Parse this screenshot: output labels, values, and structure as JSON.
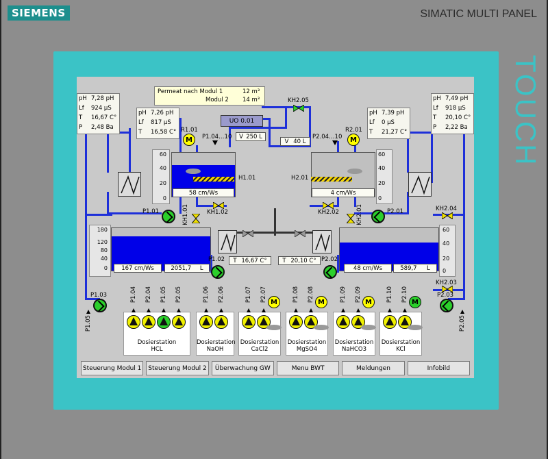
{
  "brand": "SIEMENS",
  "panel_title": "SIMATIC MULTI PANEL",
  "touch_label": "TOUCH",
  "colors": {
    "pipe": "#1d2fd9",
    "fill": "#0000e8",
    "bezel": "#3bc3c6",
    "pump_on": "#2bcf2b",
    "motor": "#ffff00"
  },
  "permeat": {
    "title1": "Permeat nach Modul 1",
    "val1": "12 m³",
    "title2": "Modul 2",
    "val2": "14 m³"
  },
  "uo": "UO 0.01",
  "outer_left": [
    {
      "k": "pH",
      "v": "7,28 pH"
    },
    {
      "k": "Lf",
      "v": "924 µS"
    },
    {
      "k": "T",
      "v": "16,67 C°"
    },
    {
      "k": "P",
      "v": "2,48 Ba"
    }
  ],
  "inner_left": [
    {
      "k": "pH",
      "v": "7,26 pH"
    },
    {
      "k": "Lf",
      "v": "817 µS"
    },
    {
      "k": "T",
      "v": "16,58 C°"
    }
  ],
  "inner_right": [
    {
      "k": "pH",
      "v": "7,39 pH"
    },
    {
      "k": "Lf",
      "v": "0 µS"
    },
    {
      "k": "T",
      "v": "21,27 C°"
    }
  ],
  "outer_right": [
    {
      "k": "pH",
      "v": "7,49 pH"
    },
    {
      "k": "Lf",
      "v": "918 µS"
    },
    {
      "k": "T",
      "v": "20,10 C°"
    },
    {
      "k": "P",
      "v": "2,22 Ba"
    }
  ],
  "labels": {
    "kh205": "KH2.05",
    "r101": "R1.01",
    "r201": "R2.01",
    "p104_10": "P1.04…10",
    "p204_10": "P2.04…10",
    "v1_k": "V",
    "v1_v": "250 L",
    "v2_k": "V",
    "v2_v": "40 L",
    "h101": "H1.01",
    "h201": "H2.01",
    "flow_top_left": "58 cm/Ws",
    "flow_top_right": "4 cm/Ws",
    "p101": "P1.01",
    "p201": "P2.01",
    "kh101": "KH1.01",
    "kh102": "KH1.02",
    "kh202": "KH2.02",
    "kh201": "KH2.01",
    "kh204": "KH2.04",
    "kh203": "KH2.03",
    "p102": "P1.02",
    "p202": "P2.02",
    "p103": "P1.03",
    "p203": "P2.03",
    "p105": "P1.05",
    "p205": "P2.05",
    "flow_bot_left": "167 cm/Ws",
    "vol_bot_left": "2051,7",
    "unit_l1": "L",
    "flow_bot_right": "48 cm/Ws",
    "vol_bot_right": "589,7",
    "unit_l2": "L",
    "t_left_k": "T",
    "t_left_v": "16,67 C°",
    "t_right_k": "T",
    "t_right_v": "20,10 C°",
    "motor": "M"
  },
  "scales": {
    "tank_top": [
      "60",
      "40",
      "20",
      "0"
    ],
    "tank_bottom_left": [
      "180",
      "120",
      "80",
      "40",
      "0"
    ],
    "tank_bottom_right": [
      "60",
      "40",
      "20",
      "0"
    ]
  },
  "levels": {
    "top_left": 0.72,
    "top_right": 0.18,
    "bottom_left": 0.8,
    "bottom_right": 0.66
  },
  "dosing": [
    {
      "pumps": [
        "P1.04",
        "P2.04",
        "P1.05",
        "P2.05"
      ],
      "label1": "Dosierstation",
      "label2": "HCL",
      "motor": false
    },
    {
      "pumps": [
        "P1.06",
        "P2.06"
      ],
      "label1": "Dosierstation",
      "label2": "NaOH",
      "motor": false
    },
    {
      "pumps": [
        "P1.07",
        "P2.07"
      ],
      "label1": "Dosierstation",
      "label2": "CaCl2",
      "motor": true
    },
    {
      "pumps": [
        "P1.08",
        "P2.08"
      ],
      "label1": "Dosierstation",
      "label2": "MgSO4",
      "motor": true
    },
    {
      "pumps": [
        "P1.09",
        "P2.09"
      ],
      "label1": "Dosierstation",
      "label2": "NaHCO3",
      "motor": true
    },
    {
      "pumps": [
        "P1.10",
        "P2.10"
      ],
      "label1": "Dosierstation",
      "label2": "KCl",
      "motor": true
    }
  ],
  "nav": [
    "Steuerung Modul 1",
    "Steuerung Modul 2",
    "Überwachung GW",
    "Menu BWT",
    "Meldungen",
    "Infobild"
  ]
}
